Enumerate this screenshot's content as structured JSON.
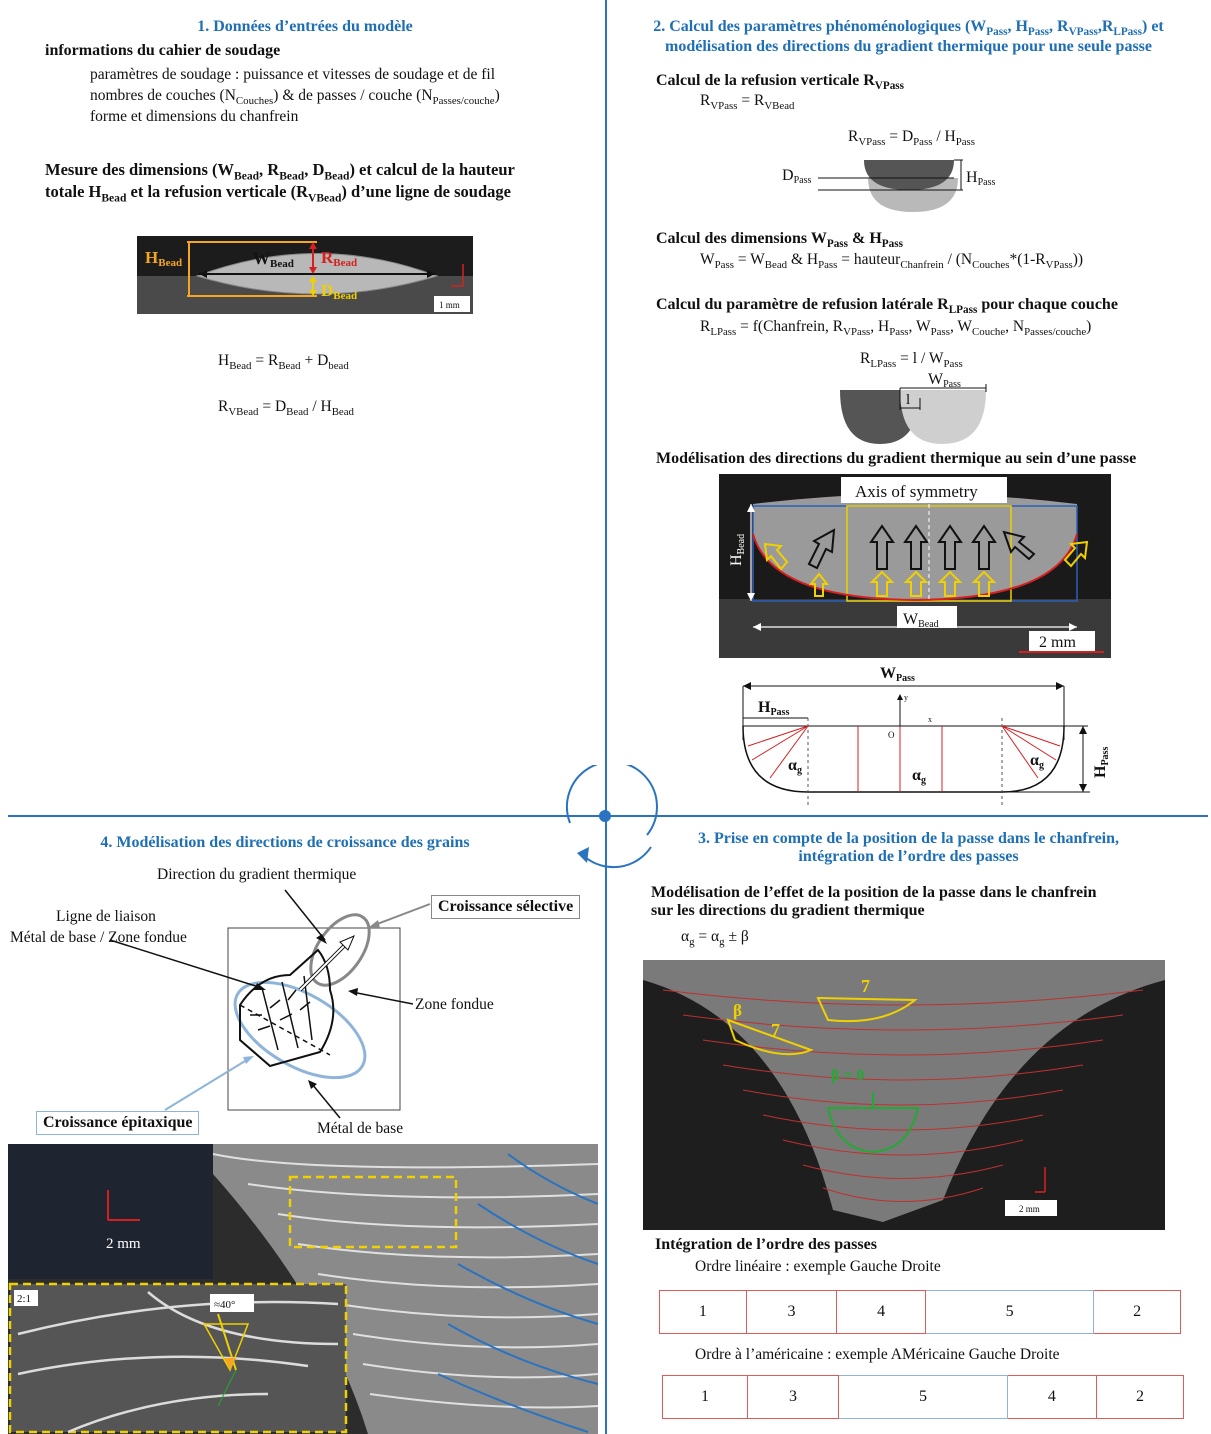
{
  "colors": {
    "blue": "#1f6fb5",
    "red": "#d62020",
    "yellow": "#f0d000",
    "green": "#22aa33",
    "orange": "#f5a623",
    "lightblue": "#8fb4d9"
  },
  "q1": {
    "title": "1.  Données d’entrées du modèle",
    "sub1": "informations du cahier de soudage",
    "lines": [
      "paramètres de soudage : puissance et vitesses de soudage et de fil",
      "nombres de couches (N",
      "Couches",
      ") & de passes / couche (N",
      "Passes/couche",
      ")",
      "forme et dimensions du chanfrein"
    ],
    "sub2_a": "Mesure des dimensions (W",
    "sub2_b": "totale H",
    "sub2_c": " et la refusion verticale (R",
    "sub2_d": ") d’une ligne de soudage",
    "bead": "Bead",
    "vbead": "VBead",
    "w": "W",
    "r": "R",
    "d": "D",
    "h": "H",
    "scale": "1 mm",
    "eq1_tail": " = R",
    "eq1_plus": " + D",
    "eq1_bead_lc": "bead",
    "eq2_tail": " = D",
    "eq2_div": " / H"
  },
  "q2": {
    "title_a": "2. Calcul des paramètres phénoménologiques (W",
    "title_b": "modélisation des directions du gradient thermique pour une seule passe",
    "s1": "Calcul de la refusion verticale R",
    "pass": "Pass",
    "vpass": "VPass",
    "lpass": "LPass",
    "s2": "Calcul des dimensions W",
    "eq_hauteur": " = hauteur",
    "chanfrein": "Chanfrein",
    "eq_ncouches": " / (N",
    "couches": "Couches",
    "eq_tail": "*(1-R",
    "s3_a": "Calcul du paramètre de refusion latérale R",
    "s3_b": " pour chaque couche",
    "f_a": " = f(Chanfrein, R",
    "couche": "Couche",
    "passes_couche": "Passes/couche",
    "one": "l",
    "s4": "Modélisation des directions du gradient thermique au sein d’une passe",
    "axis": "Axis of symmetry",
    "scale": "2 mm",
    "alpha": "α",
    "g": "g",
    "origin": "O"
  },
  "q3": {
    "title_a": "3. Prise en compte de la position de la passe dans le chanfrein,",
    "title_b": "intégration de l’ordre des passes",
    "s1_a": "Modélisation de l’effet de la position de la passe dans le chanfrein",
    "s1_b": "sur les directions du gradient thermique",
    "eq": " = α",
    "pm": " ± β",
    "beta": "β",
    "beta0": "β = 0",
    "scale": "2 mm",
    "s2": "Intégration de l’ordre des passes",
    "lin_label": "Ordre linéaire : exemple Gauche Droite",
    "lin": [
      "1",
      "3",
      "4",
      "5",
      "2"
    ],
    "am_label": "Ordre à l’américaine : exemple AMéricaine Gauche Droite",
    "am": [
      "1",
      "3",
      "5",
      "4",
      "2"
    ]
  },
  "q4": {
    "title": "4. Modélisation des directions de croissance des grains",
    "dir": "Direction du gradient thermique",
    "liaison_a": "Ligne de liaison",
    "liaison_b": "Métal de base / Zone fondue",
    "selective": "Croissance sélective",
    "zone": "Zone fondue",
    "epitax": "Croissance épitaxique",
    "metal": "Métal de base",
    "scale": "2 mm",
    "zoom": "2:1",
    "angle": "≈40°"
  }
}
